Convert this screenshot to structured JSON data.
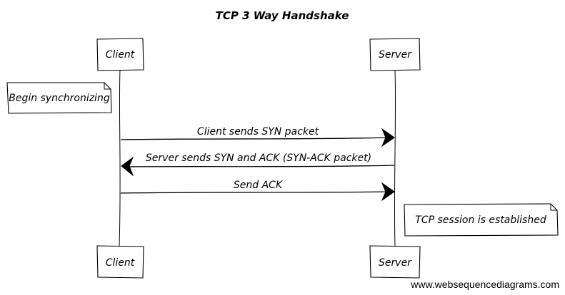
{
  "diagram": {
    "title": "TCP 3 Way Handshake",
    "participants": [
      "Client",
      "Server"
    ],
    "messages": [
      {
        "label": "Client sends SYN packet",
        "from": "Client",
        "to": "Server"
      },
      {
        "label": "Server sends SYN and ACK (SYN-ACK packet)",
        "from": "Server",
        "to": "Client"
      },
      {
        "label": "Send ACK",
        "from": "Client",
        "to": "Server"
      }
    ],
    "notes": [
      {
        "text": "Begin synchronizing",
        "side": "left of",
        "participant": "Client"
      },
      {
        "text": "TCP session is established",
        "side": "right of",
        "participant": "Server"
      }
    ]
  },
  "footer": {
    "watermark": "www.websequencediagrams.com"
  },
  "colors": {
    "line": "#000000",
    "background": "#ffffff"
  }
}
